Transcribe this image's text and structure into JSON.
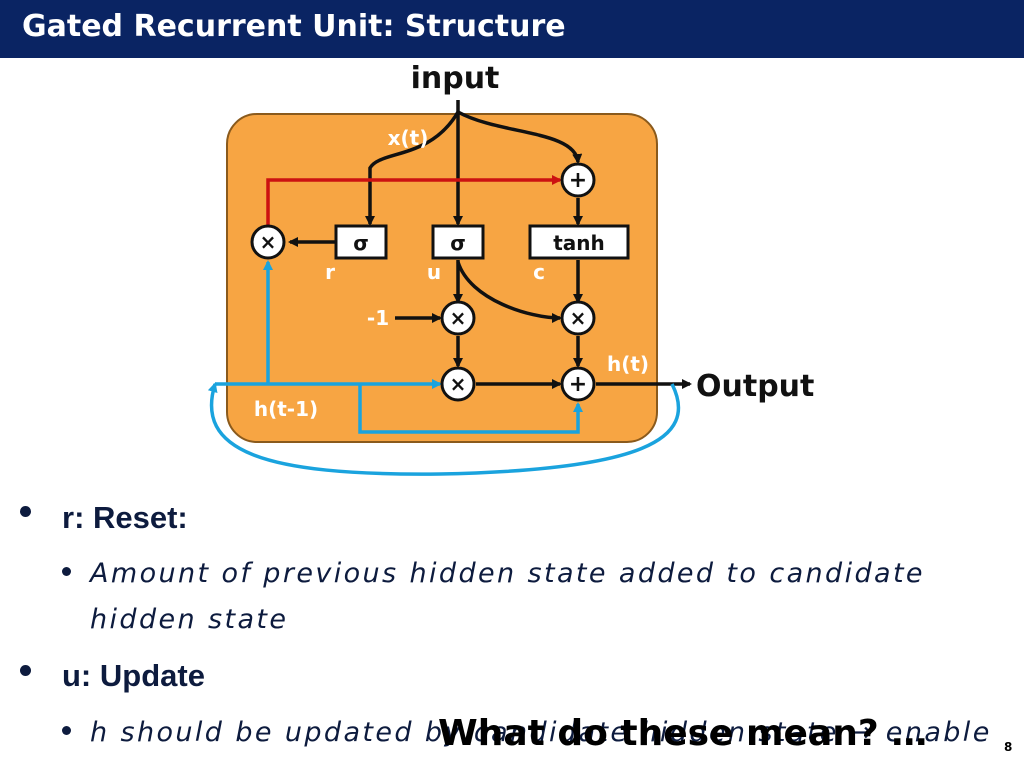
{
  "slide": {
    "title": "Gated Recurrent Unit: Structure",
    "page_number": "8"
  },
  "diagram": {
    "input_label": "input",
    "output_label": "Output",
    "x_label": "x(t)",
    "h_prev_label": "h(t-1)",
    "h_label": "h(t)",
    "minus_one": "-1",
    "gate_r": {
      "box": "σ",
      "label": "r"
    },
    "gate_u": {
      "box": "σ",
      "label": "u"
    },
    "gate_c": {
      "box": "tanh",
      "label": "c"
    },
    "op_plus": "+",
    "op_times": "×",
    "colors": {
      "cell_fill": "#f7a543",
      "cell_stroke": "#8a5a1c",
      "reset_path": "#cc1111",
      "hidden_path": "#1aa3de",
      "header_bg": "#0a2463"
    }
  },
  "bullets": {
    "reset_heading": "r: Reset:",
    "reset_desc_line1": "Amount of previous hidden state added to candidate",
    "reset_desc_line2": "hidden state",
    "update_heading": "u: Update",
    "update_desc": "h should be updated by candidate hidden state → enable",
    "overlay": "What do these mean? …"
  }
}
